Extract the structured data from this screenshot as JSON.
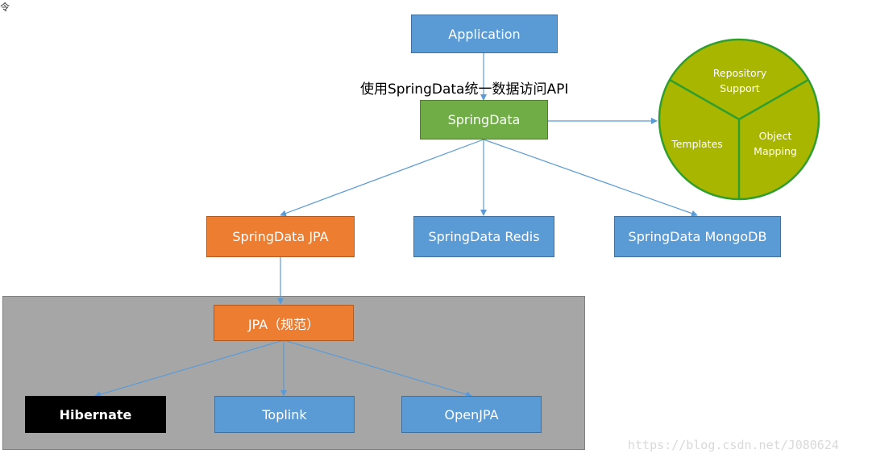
{
  "corner_mark": "令",
  "nodes": {
    "application": "Application",
    "springdata": "SpringData",
    "springdata_jpa": "SpringData JPA",
    "springdata_redis": "SpringData Redis",
    "springdata_mongodb": "SpringData MongoDB",
    "jpa_spec": "JPA（规范）",
    "hibernate": "Hibernate",
    "toplink": "Toplink",
    "openjpa": "OpenJPA"
  },
  "edge_label": "使用SpringData统一数据访问API",
  "circle": {
    "segments": [
      "Repository Support",
      "Templates",
      "Object Mapping"
    ],
    "fill_color": "#a9b600",
    "stroke_color": "#2f9e2f"
  },
  "colors": {
    "blue": "#5b9bd5",
    "green": "#70ad47",
    "orange": "#ed7d31",
    "black": "#000000",
    "panel": "#a6a6a6",
    "arrow": "#5b9bd5"
  },
  "watermark": "https://blog.csdn.net/J080624"
}
